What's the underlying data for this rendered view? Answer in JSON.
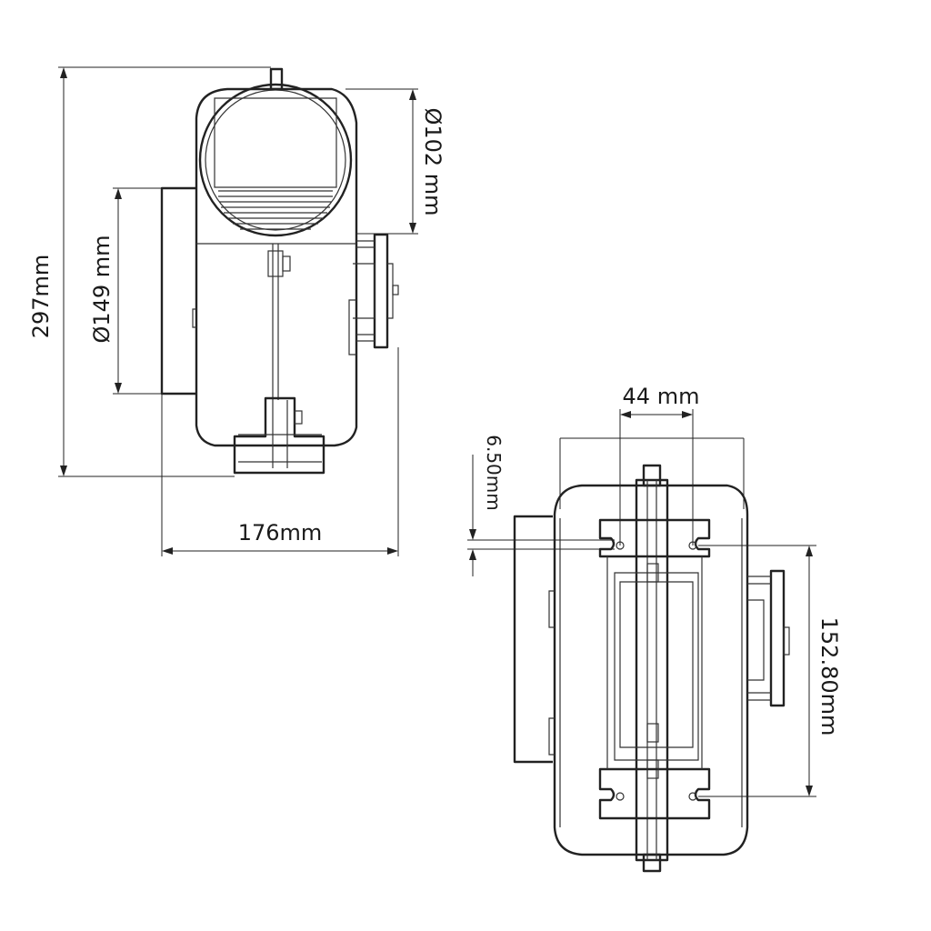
{
  "dimensions": {
    "height": "297mm",
    "inlet_diameter": "Ø149 mm",
    "outlet_diameter": "Ø102 mm",
    "width": "176mm",
    "slot_spacing": "44 mm",
    "slot_offset": "6.50mm",
    "mount_spacing": "152.80mm"
  }
}
